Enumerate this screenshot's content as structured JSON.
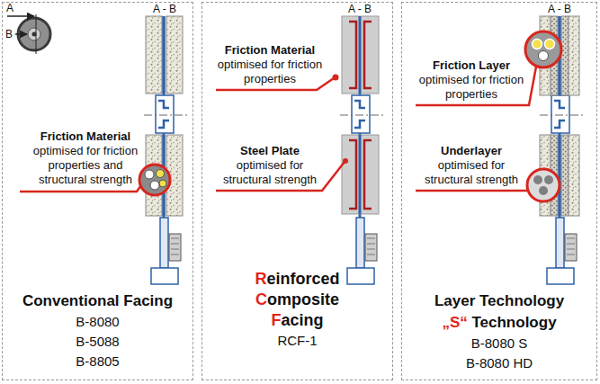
{
  "diagram": {
    "nodes": [
      {
        "text": [
          "Conventional Facing",
          "B-8080",
          "B-5088",
          "B-8805"
        ]
      },
      {
        "text": [
          "Reinforced",
          "Composite",
          "Facing",
          "RCF-1"
        ]
      },
      {
        "text": [
          "Layer Technology",
          "„S“ Technology",
          "B-8080 S",
          "B-8080 HD"
        ]
      }
    ],
    "labels": [
      "A",
      "B",
      "A - B",
      "Friction Material",
      "optimised for friction properties and structural strength",
      "A - B",
      "Friction Material",
      "optimised for friction properties",
      "Steel Plate",
      "optimised for structural strength",
      "A - B",
      "Friction Layer",
      "optimised for friction properties",
      "Underlayer",
      "optimised for structural strength"
    ]
  }
}
